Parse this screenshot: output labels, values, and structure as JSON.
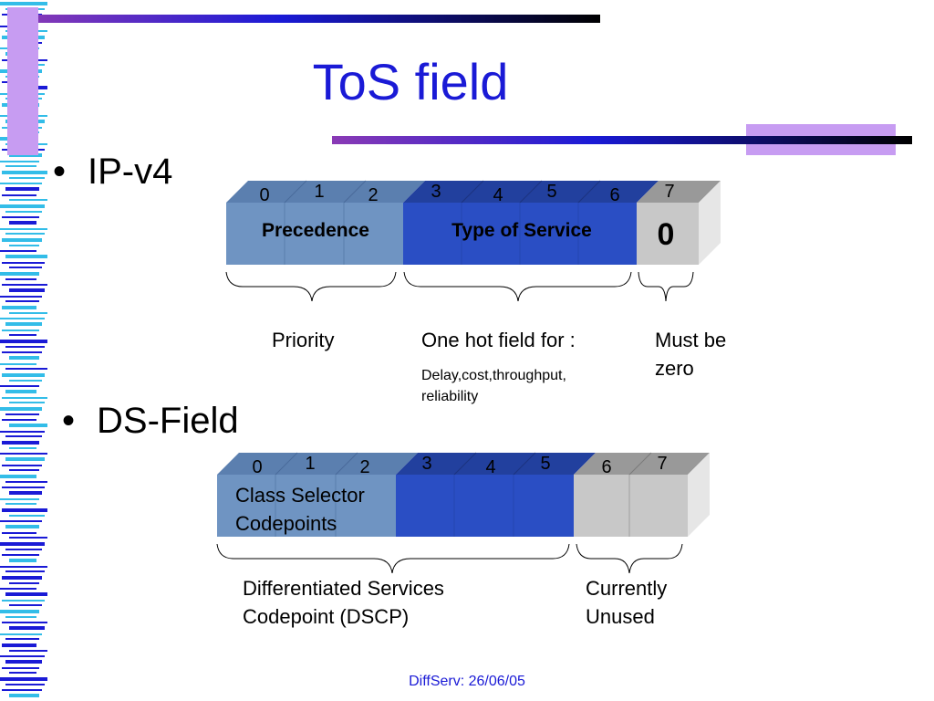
{
  "title": "ToS field",
  "bullets": {
    "ipv4": "IP-v4",
    "dsfield": "DS-Field"
  },
  "ipv4_field": {
    "bits": [
      "0",
      "1",
      "2",
      "3",
      "4",
      "5",
      "6",
      "7"
    ],
    "segment_labels": {
      "precedence": "Precedence",
      "tos": "Type of Service",
      "mbz": "0"
    },
    "annotations": {
      "priority": "Priority",
      "one_hot": "One hot field for :",
      "one_hot_detail_1": "Delay,cost,throughput,",
      "one_hot_detail_2": "reliability",
      "must_be_zero_1": "Must be",
      "must_be_zero_2": "zero"
    }
  },
  "ds_field": {
    "bits": [
      "0",
      "1",
      "2",
      "3",
      "4",
      "5",
      "6",
      "7"
    ],
    "segment_labels": {
      "class_selector_1": "Class Selector",
      "class_selector_2": "Codepoints"
    },
    "annotations": {
      "dscp_1": "Differentiated Services",
      "dscp_2": "Codepoint (DSCP)",
      "unused_1": "Currently",
      "unused_2": "Unused"
    }
  },
  "footer": "DiffServ: 26/06/05",
  "colors": {
    "title": "#1a1ad6",
    "precedence": "#6f94c2",
    "tos": "#2a4ec4",
    "mbz": "#c8c8c8",
    "stripe": "#1a1ad6",
    "stripe_light": "#33bde8",
    "accent_purple": "#c79cf2"
  }
}
